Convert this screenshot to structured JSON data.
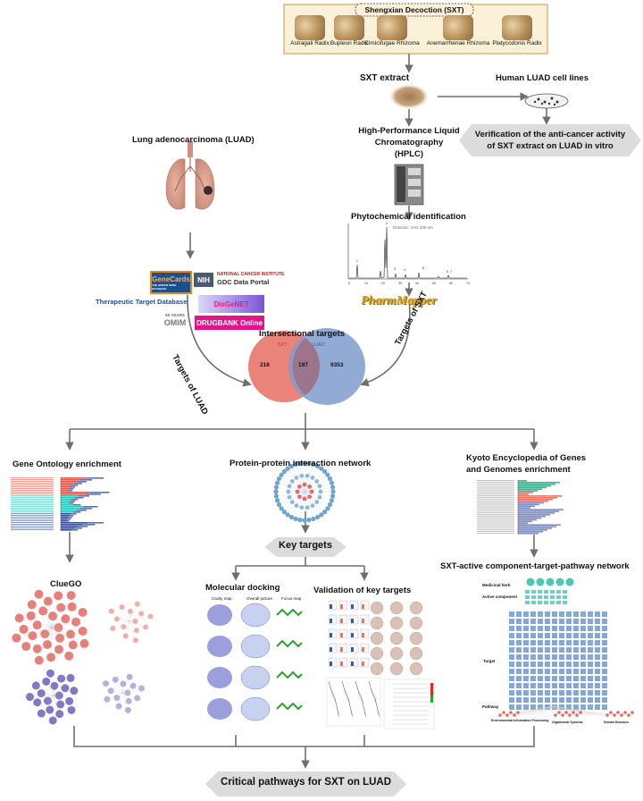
{
  "header": {
    "title": "Shengxian Decoction (SXT)",
    "herbs": [
      "Astragali Radix",
      "Bupleuri Radix",
      "Cimicifugae Rhizoma",
      "Anemarrhenae Rhizoma",
      "Platycodonis Radix"
    ]
  },
  "center": {
    "extract": "SXT extract",
    "hplc": [
      "High-Performance Liquid",
      "Chromatography",
      "(HPLC)"
    ],
    "phyto": "Phytochemical identification",
    "pharmmapper": "PharmMapper",
    "chrom_x_ticks": [
      "0",
      "10",
      "20",
      "30",
      "40",
      "50",
      "60",
      "70"
    ],
    "chrom_peaks": [
      "1",
      "2",
      "3",
      "4",
      "5",
      "6",
      "7"
    ],
    "chrom_detector": "Detector: CH2 230 nm"
  },
  "cells": {
    "title": "Human LUAD cell lines",
    "verify_line1": "Verification of  the anti-cancer activity",
    "verify_line2": "of SXT extract on LUAD in vitro"
  },
  "luad": {
    "title": "Lung adenocarcinoma (LUAD)",
    "databases": {
      "genecards": "GeneCards",
      "genecards_sub": "THE HUMAN GENE DATABASE",
      "nih": "NIH",
      "nci_line1": "NATIONAL CANCER INSTITUTE",
      "nci_line2": "GDC Data Portal",
      "ttd": "Therapeutic Target Database",
      "disgenet": "DisGeNET",
      "omim_years": "50 YEARS",
      "omim": "OMIM",
      "drugbank": "DRUGBANK Online"
    }
  },
  "venn": {
    "title": "Intersectional targets",
    "left_label": "SXT",
    "right_label": "LUAD",
    "left_only": "216",
    "overlap": "197",
    "right_only": "9353",
    "left_color": "#e8756a",
    "right_color": "#7f9ccc"
  },
  "arrows": {
    "left": "Targets of LUAD",
    "right": "Targets of SXT"
  },
  "analysis": {
    "go": "Gene Ontology enrichment",
    "ppi": "Protein-protein interaction network",
    "kegg_line1": "Kyoto Encyclopedia of Genes",
    "kegg_line2": "and Genomes enrichment",
    "key_targets": "Key targets",
    "cluego": "ClueGO",
    "docking": "Molecular docking",
    "docking_cols": [
      "Cavity map",
      "Overall picture",
      "Focus map"
    ],
    "validation": "Validation of key targets",
    "network": "SXT-active component-target-pathway network",
    "network_labels": {
      "herb": "Medicinal herb",
      "component": "Active component",
      "target": "Target",
      "pathway": "Pathway",
      "p1": "Environmental Information Processing",
      "p2": "Organismal Systems",
      "p3": "Human Diseases"
    }
  },
  "footer": {
    "critical": "Critical pathways for SXT on LUAD"
  },
  "colors": {
    "arrow": "#6f6f6f",
    "hex_box": "#dcdcdc",
    "header_bg": "#fbf0d8",
    "header_border": "#d1a854"
  }
}
